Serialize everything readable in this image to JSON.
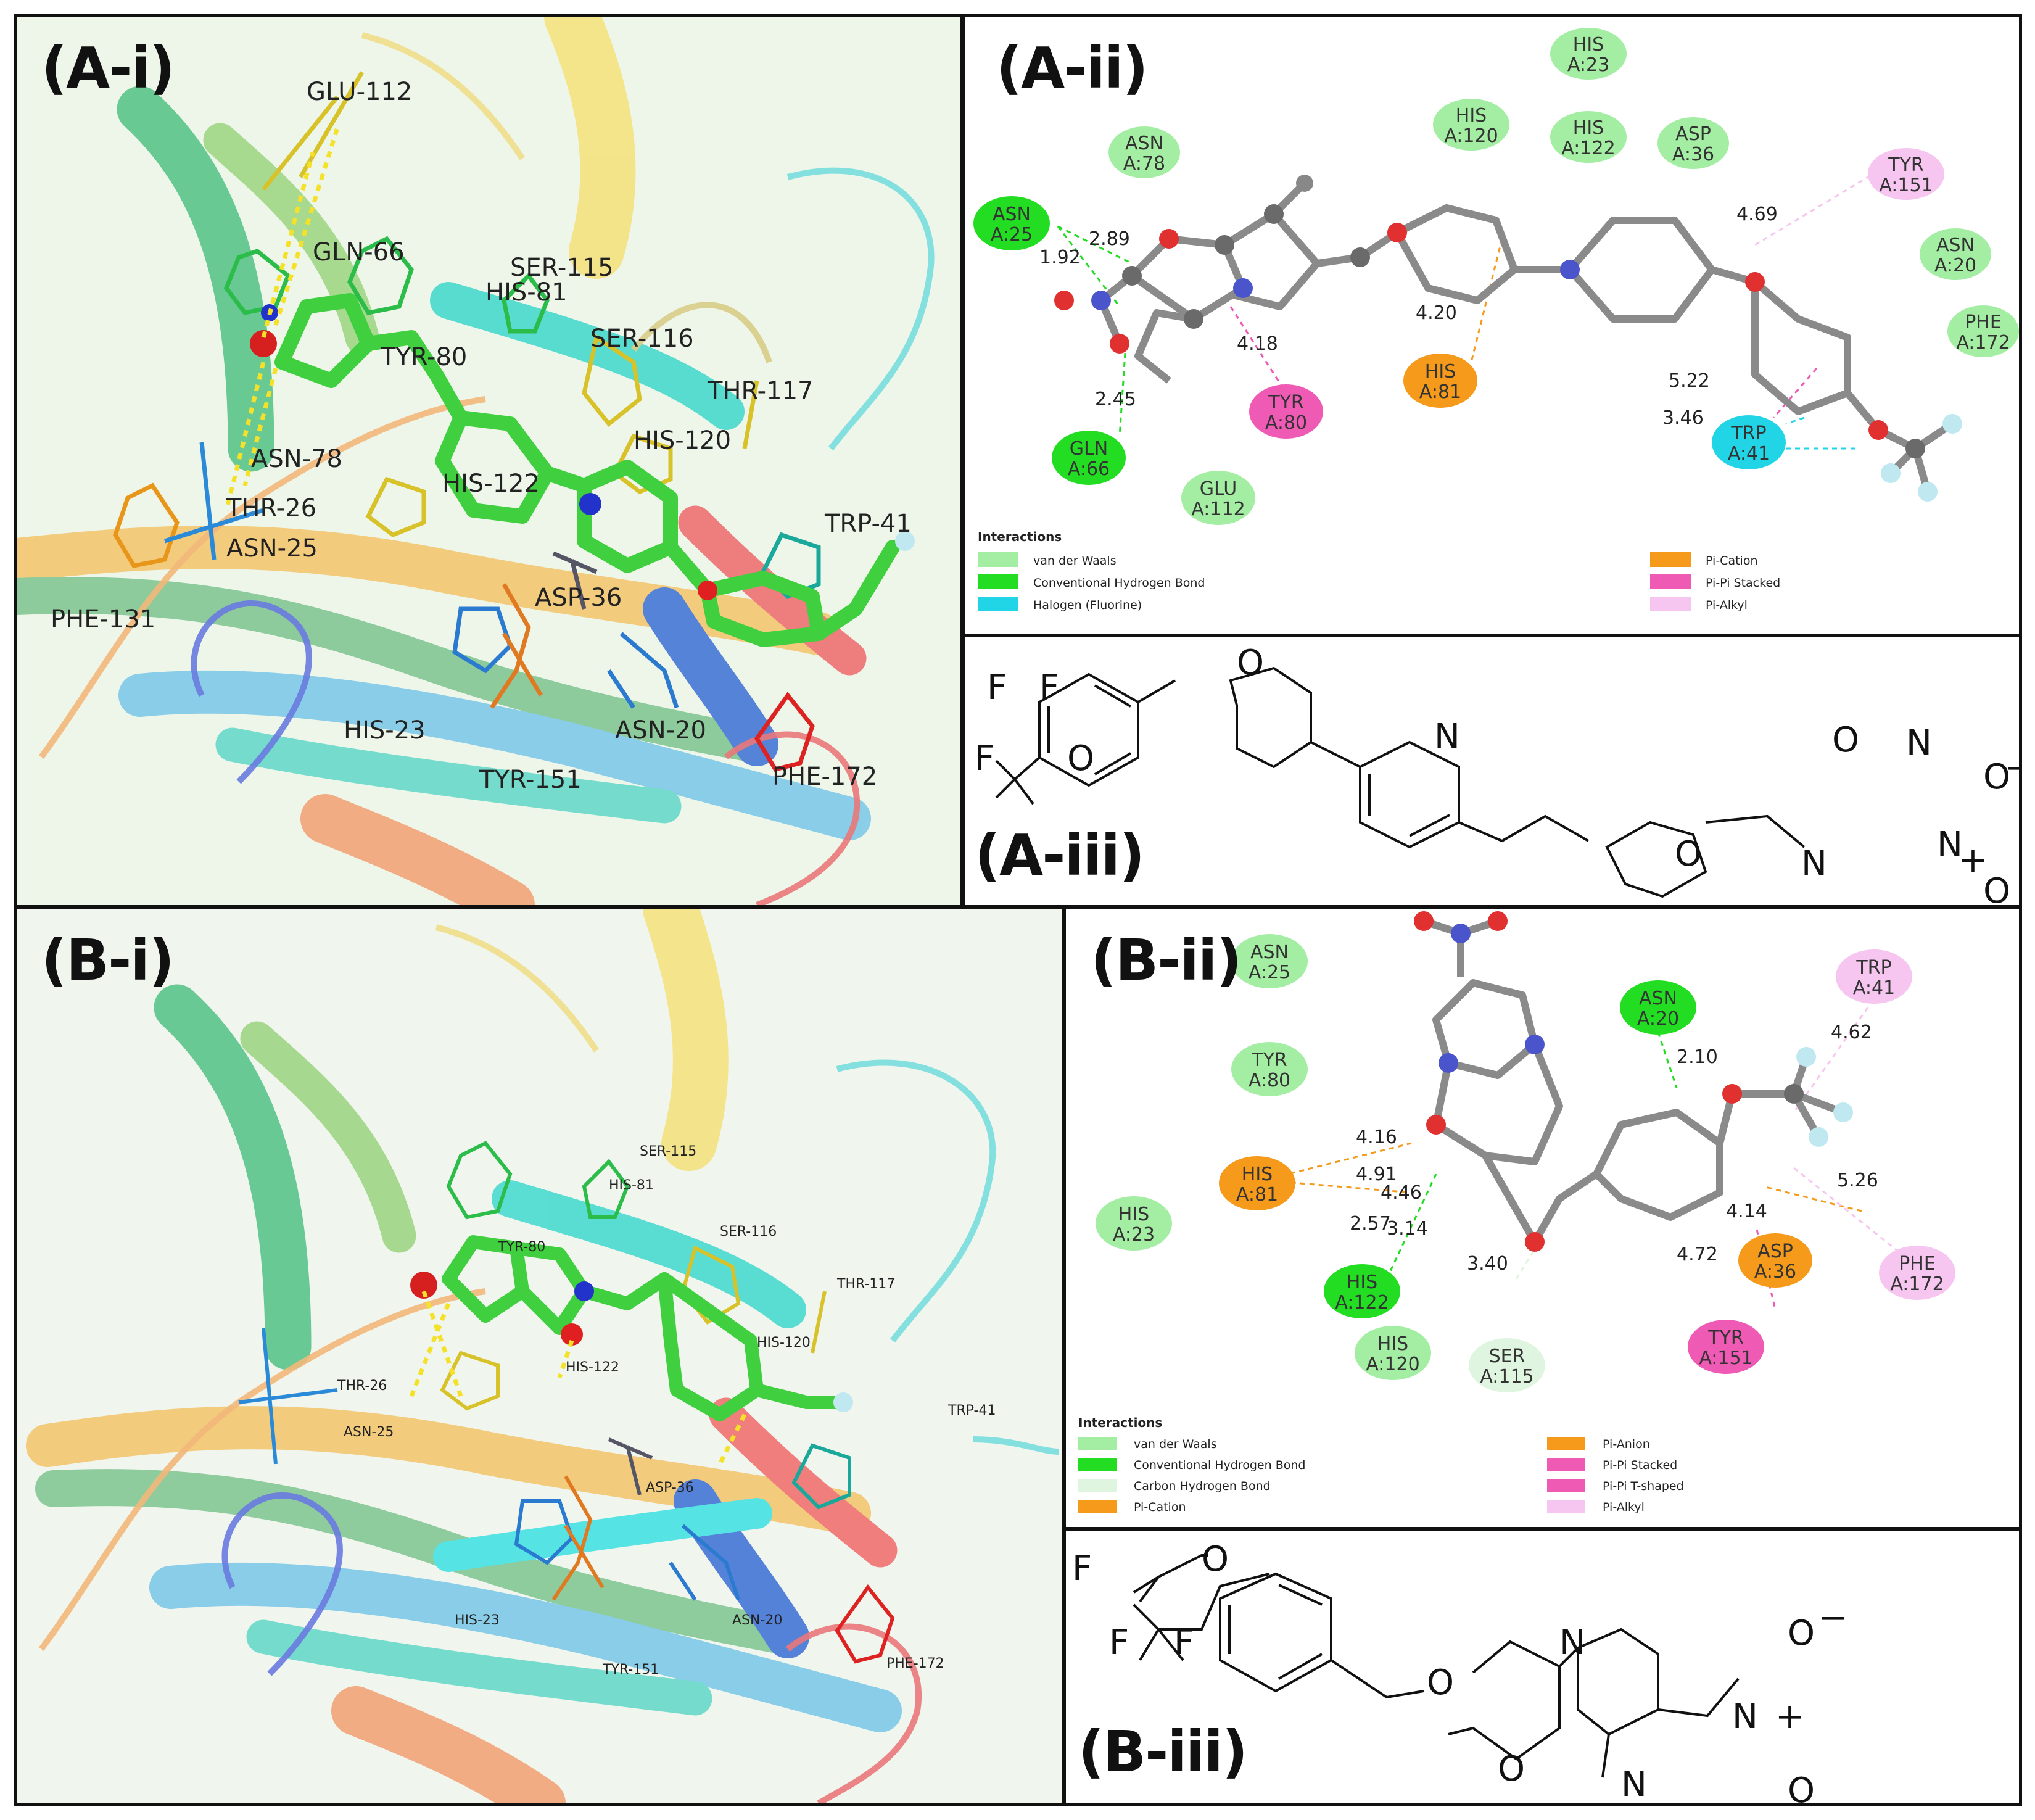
{
  "panels": {
    "a_i": "(A-i)",
    "a_ii": "(A-ii)",
    "a_iii": "(A-iii)",
    "b_i": "(B-i)",
    "b_ii": "(B-ii)",
    "b_iii": "(B-iii)"
  },
  "a_i_labels": [
    "GLU-112",
    "GLN-66",
    "SER-115",
    "HIS-81",
    "SER-116",
    "TYR-80",
    "THR-117",
    "HIS-120",
    "ASN-78",
    "HIS-122",
    "THR-26",
    "ASN-25",
    "TRP-41",
    "ASP-36",
    "PHE-131",
    "HIS-23",
    "ASN-20",
    "TYR-151",
    "PHE-172"
  ],
  "b_i_labels": [
    "SER-115",
    "HIS-81",
    "SER-116",
    "TYR-80",
    "THR-117",
    "HIS-120",
    "HIS-122",
    "THR-26",
    "ASN-25",
    "TRP-41",
    "ASP-36",
    "HIS-23",
    "ASN-20",
    "TYR-151",
    "PHE-172"
  ],
  "a_ii": {
    "residues": [
      {
        "l1": "HIS",
        "l2": "A:23",
        "kind": "vdw"
      },
      {
        "l1": "HIS",
        "l2": "A:120",
        "kind": "vdw"
      },
      {
        "l1": "HIS",
        "l2": "A:122",
        "kind": "vdw"
      },
      {
        "l1": "ASN",
        "l2": "A:78",
        "kind": "vdw"
      },
      {
        "l1": "ASP",
        "l2": "A:36",
        "kind": "vdw"
      },
      {
        "l1": "TYR",
        "l2": "A:151",
        "kind": "pialkyl"
      },
      {
        "l1": "ASN",
        "l2": "A:25",
        "kind": "hbond"
      },
      {
        "l1": "ASN",
        "l2": "A:20",
        "kind": "vdw"
      },
      {
        "l1": "PHE",
        "l2": "A:172",
        "kind": "vdw"
      },
      {
        "l1": "HIS",
        "l2": "A:81",
        "kind": "picat"
      },
      {
        "l1": "TYR",
        "l2": "A:80",
        "kind": "pipi"
      },
      {
        "l1": "TRP",
        "l2": "A:41",
        "kind": "halogen"
      },
      {
        "l1": "GLN",
        "l2": "A:66",
        "kind": "hbond"
      },
      {
        "l1": "GLU",
        "l2": "A:112",
        "kind": "vdw"
      }
    ],
    "distances": [
      "2.89",
      "1.92",
      "4.69",
      "4.20",
      "4.18",
      "2.45",
      "5.22",
      "3.46"
    ],
    "legend_title": "Interactions",
    "legend": [
      {
        "label": "van der Waals",
        "color": "#a4eea4"
      },
      {
        "label": "Conventional Hydrogen Bond",
        "color": "#22dd22"
      },
      {
        "label": "Halogen (Fluorine)",
        "color": "#22d5e6"
      },
      {
        "label": "Pi-Cation",
        "color": "#f59a1a"
      },
      {
        "label": "Pi-Pi Stacked",
        "color": "#ee5ab4"
      },
      {
        "label": "Pi-Alkyl",
        "color": "#f6c6f0"
      }
    ]
  },
  "b_ii": {
    "residues": [
      {
        "l1": "ASN",
        "l2": "A:25",
        "kind": "vdw"
      },
      {
        "l1": "ASN",
        "l2": "A:20",
        "kind": "hbond"
      },
      {
        "l1": "TRP",
        "l2": "A:41",
        "kind": "pialkyl"
      },
      {
        "l1": "TYR",
        "l2": "A:80",
        "kind": "vdw"
      },
      {
        "l1": "HIS",
        "l2": "A:81",
        "kind": "picat"
      },
      {
        "l1": "HIS",
        "l2": "A:23",
        "kind": "vdw"
      },
      {
        "l1": "HIS",
        "l2": "A:122",
        "kind": "hbond"
      },
      {
        "l1": "HIS",
        "l2": "A:120",
        "kind": "vdw"
      },
      {
        "l1": "SER",
        "l2": "A:115",
        "kind": "chbond"
      },
      {
        "l1": "ASP",
        "l2": "A:36",
        "kind": "picat"
      },
      {
        "l1": "PHE",
        "l2": "A:172",
        "kind": "pialkyl"
      },
      {
        "l1": "TYR",
        "l2": "A:151",
        "kind": "pipi"
      }
    ],
    "distances": [
      "2.10",
      "4.62",
      "4.16",
      "4.91",
      "4.46",
      "2.57",
      "3.14",
      "3.40",
      "4.14",
      "5.26",
      "4.72"
    ],
    "legend_title": "Interactions",
    "legend": [
      {
        "label": "van der Waals",
        "color": "#a4eea4"
      },
      {
        "label": "Conventional Hydrogen Bond",
        "color": "#22dd22"
      },
      {
        "label": "Carbon Hydrogen Bond",
        "color": "#dff5df"
      },
      {
        "label": "Pi-Cation",
        "color": "#f59a1a"
      },
      {
        "label": "Pi-Anion",
        "color": "#f59a1a"
      },
      {
        "label": "Pi-Pi Stacked",
        "color": "#ee5ab4"
      },
      {
        "label": "Pi-Pi T-shaped",
        "color": "#ee5ab4"
      },
      {
        "label": "Pi-Alkyl",
        "color": "#f6c6f0"
      }
    ]
  },
  "a_iii_atoms": [
    "F",
    "F",
    "F",
    "O",
    "O",
    "N",
    "O",
    "O",
    "N",
    "N",
    "N",
    "O",
    "O"
  ],
  "a_iii_charges": [
    "−",
    "+"
  ],
  "b_iii_atoms": [
    "F",
    "F",
    "F",
    "O",
    "O",
    "N",
    "N",
    "O",
    "N",
    "O",
    "O"
  ],
  "b_iii_charges": [
    "−",
    "+"
  ],
  "colors": {
    "vdw": "#a4eea4",
    "hbond": "#22dd22",
    "chbond": "#dff5df",
    "halogen": "#22d5e6",
    "picat": "#f59a1a",
    "pipi": "#ee5ab4",
    "pialkyl": "#f6c6f0",
    "ligand3d": "#3fcf3f",
    "atom_gray": "#8a8a8a"
  }
}
